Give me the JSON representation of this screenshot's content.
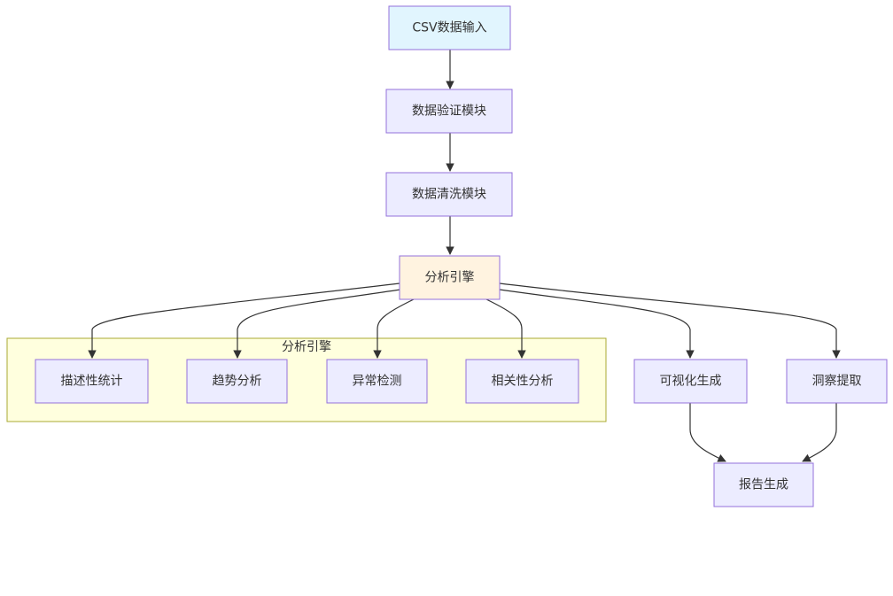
{
  "colors": {
    "node_fill": "#ECECFF",
    "node_stroke": "#9370DB",
    "input_fill": "#E1F5FE",
    "engine_fill": "#FFF3E0",
    "group_fill": "#FFFFDE",
    "group_stroke": "#AAAA33",
    "edge": "#333333",
    "text": "#333333"
  },
  "nodes": {
    "csv_input": "CSV数据输入",
    "validation": "数据验证模块",
    "cleaning": "数据清洗模块",
    "engine": "分析引擎",
    "descriptive": "描述性统计",
    "trend": "趋势分析",
    "anomaly": "异常检测",
    "correlation": "相关性分析",
    "visualization": "可视化生成",
    "insight": "洞察提取",
    "report": "报告生成"
  },
  "group": {
    "label": "分析引擎"
  },
  "edges": [
    [
      "csv_input",
      "validation"
    ],
    [
      "validation",
      "cleaning"
    ],
    [
      "cleaning",
      "engine"
    ],
    [
      "engine",
      "descriptive"
    ],
    [
      "engine",
      "trend"
    ],
    [
      "engine",
      "anomaly"
    ],
    [
      "engine",
      "correlation"
    ],
    [
      "engine",
      "visualization"
    ],
    [
      "engine",
      "insight"
    ],
    [
      "visualization",
      "report"
    ],
    [
      "insight",
      "report"
    ]
  ]
}
